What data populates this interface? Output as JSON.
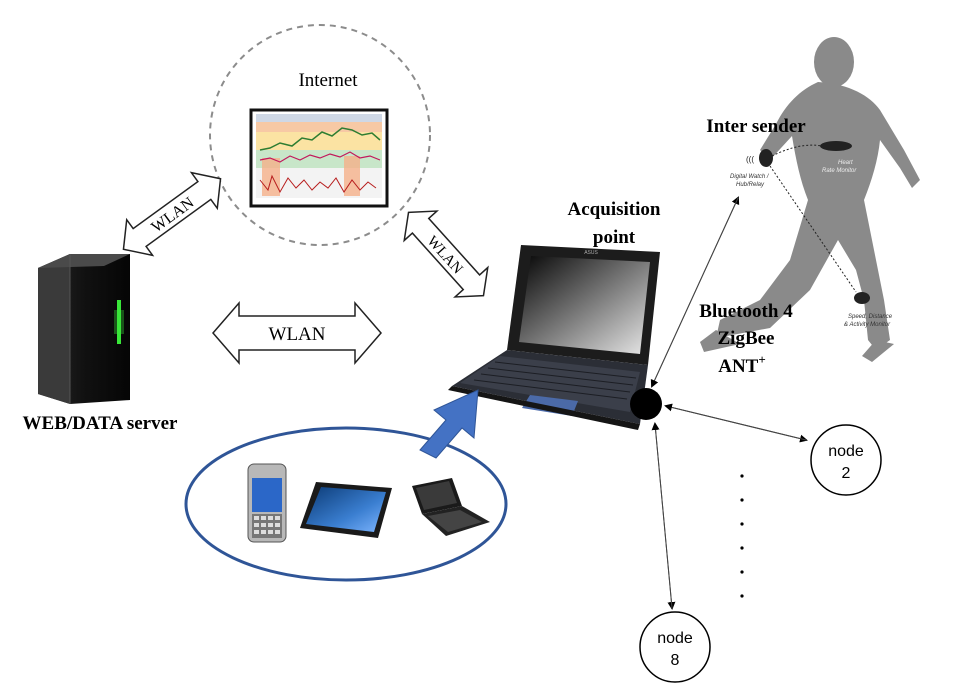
{
  "labels": {
    "internet": "Internet",
    "wlan_top": "WLAN",
    "wlan_mid": "WLAN",
    "wlan_right": "WLAN",
    "server": "WEB/DATA server",
    "acquisition_line1": "Acquisition",
    "acquisition_line2": "point",
    "inter_sender": "Inter sender",
    "bluetooth": "Bluetooth 4",
    "zigbee": "ZigBee",
    "ant": "ANT",
    "ant_sup": "+",
    "node2_line1": "node",
    "node2_line2": "2",
    "node8_line1": "node",
    "node8_line2": "8",
    "runner_hub_line1": "Digital Watch /",
    "runner_hub_line2": "Hub/Relay",
    "runner_hr_line1": "Heart",
    "runner_hr_line2": "Rate Monitor",
    "runner_speed_line1": "Speed, Distance",
    "runner_speed_line2": "& Activity Monitor",
    "laptop_brand": "ASUS"
  },
  "colors": {
    "ellipse_stroke": "#2f5597",
    "arrow_blue": "#4472c4",
    "runner": "#8a8a8a",
    "server_green": "#39e639"
  }
}
